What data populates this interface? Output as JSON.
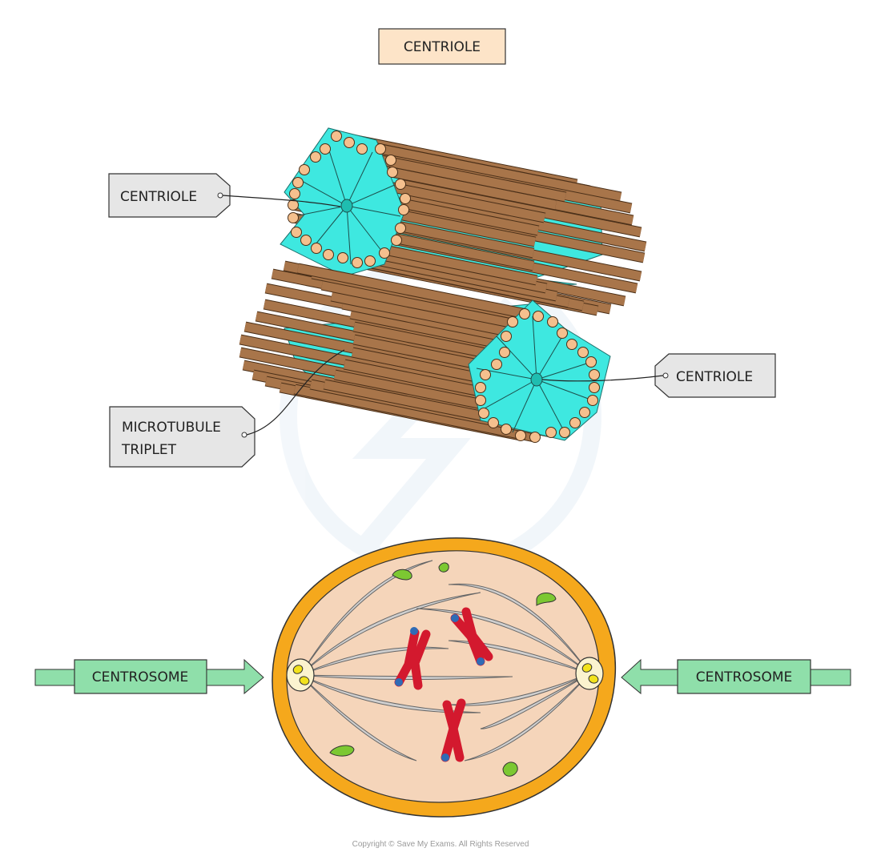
{
  "title": "CENTRIOLE",
  "labels": {
    "centriole_top": "CENTRIOLE",
    "centriole_right": "CENTRIOLE",
    "microtubule_line1": "MICROTUBULE",
    "microtubule_line2": "TRIPLET",
    "centrosome_left": "CENTROSOME",
    "centrosome_right": "CENTROSOME"
  },
  "copyright": "Copyright © Save My Exams. All Rights Reserved",
  "colors": {
    "title_box": "#fde4c8",
    "label_box": "#e6e6e6",
    "arrow": "#8fdfaa",
    "tube": "#a8754a",
    "tube_end": "#f5c08e",
    "cyan": "#3ee8e0",
    "membrane": "#f5a81c",
    "cytoplasm": "#f5d5ba",
    "spindle": "#cfcfcf",
    "chromosome": "#d3192e",
    "centromere_tip": "#2f6bb5",
    "organelle": "#7cc832"
  }
}
